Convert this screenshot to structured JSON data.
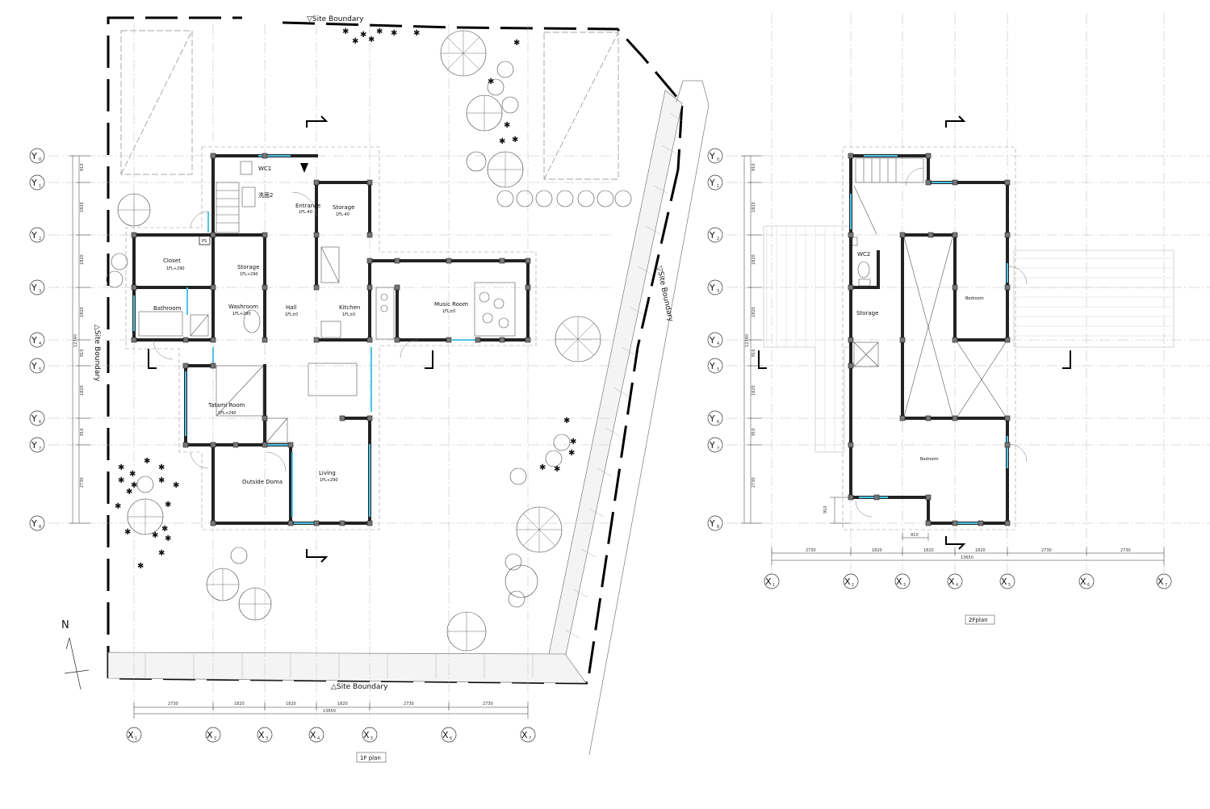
{
  "plan1": {
    "caption": "1F plan",
    "north": "N",
    "site": {
      "top": "▽Site Boundary",
      "bottom": "△Site Boundary",
      "left": "△Site Boundary",
      "right": "▽Site Boundary"
    },
    "rooms": {
      "wc1": "WC1",
      "washbasin": "洗面2",
      "entrance": "Entrance",
      "entrance_lvl": "1FL-40",
      "storage_a": "Storage",
      "storage_a_lvl": "1FL-40",
      "closet": "Closet",
      "closet_lvl": "1FL+290",
      "storage_b": "Storage",
      "storage_b_lvl": "1FL+290",
      "ps": "PS",
      "bathroom": "Bathroom",
      "washroom": "Washroom",
      "washroom_lvl": "1FL+290",
      "hall": "Hall",
      "hall_lvl": "1FL±0",
      "kitchen": "Kitchen",
      "kitchen_lvl": "1FL±0",
      "music": "Music Room",
      "music_lvl": "1FL±0",
      "tatami": "Tatami Room",
      "tatami_lvl": "1FL+290",
      "doma": "Outside Doma",
      "living": "Living",
      "living_lvl": "1FL+290"
    },
    "x_axes": [
      "X",
      "X",
      "X",
      "X",
      "X",
      "X",
      "X"
    ],
    "x_subs": [
      "1",
      "2",
      "3",
      "4",
      "5",
      "6",
      "7"
    ],
    "y_axes": [
      "Y",
      "Y",
      "Y",
      "Y",
      "Y",
      "Y",
      "Y",
      "Y",
      "Y"
    ],
    "y_subs": [
      "0",
      "1",
      "2",
      "3",
      "4",
      "5",
      "6",
      "7",
      "8"
    ],
    "x_dims": [
      "2730",
      "1820",
      "1820",
      "1820",
      "2730",
      "2730"
    ],
    "x_total": "13650",
    "y_dims": [
      "910",
      "1820",
      "1820",
      "1820",
      "910",
      "1820",
      "910",
      "2730"
    ],
    "y_total": "12740"
  },
  "plan2": {
    "caption": "2Fplan",
    "rooms": {
      "wc2": "WC2",
      "storage": "Storage",
      "bedroom_a": "Bedroom",
      "bedroom_b": "Bedroom"
    },
    "x_dims": [
      "2730",
      "1820",
      "1820",
      "1820",
      "2730",
      "2730"
    ],
    "x_total": "13650",
    "y_dims": [
      "910",
      "1820",
      "1820",
      "1820",
      "910",
      "1820",
      "910",
      "2730"
    ],
    "y_total": "12740",
    "small_dim": "910"
  }
}
